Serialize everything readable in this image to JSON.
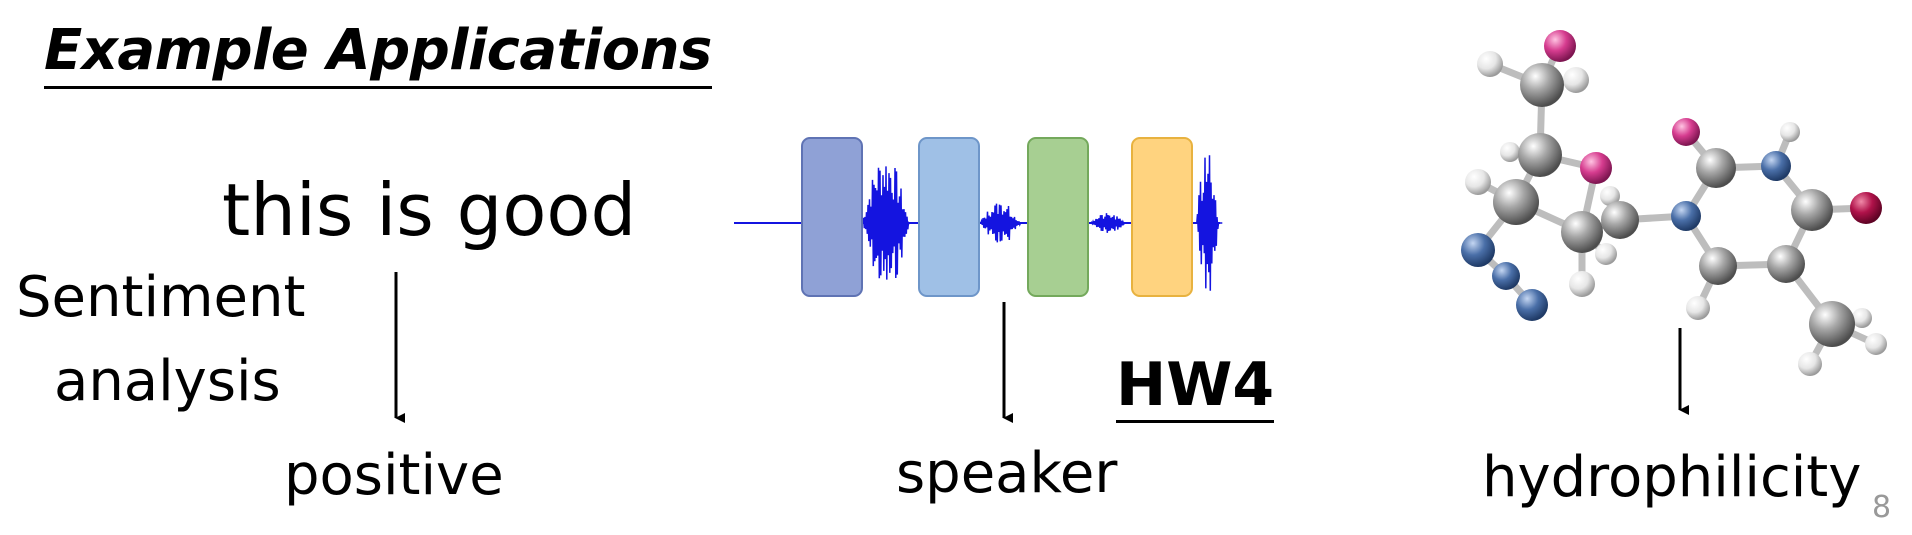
{
  "slide": {
    "title": "Example Applications",
    "page_number": "8"
  },
  "text_example": {
    "input": "this is good",
    "task": [
      "Sentiment",
      "analysis"
    ],
    "output": "positive"
  },
  "audio_example": {
    "output": "speaker",
    "homework": "HW4",
    "frame_colors": [
      "#8fa1d6",
      "#9fc0e6",
      "#a7cf92",
      "#ffd37f"
    ]
  },
  "molecule_example": {
    "output": "hydrophilicity",
    "atom_colors": {
      "carbon": "#8a8a8a",
      "hydrogen": "#d9d9d9",
      "oxygen": "#d63c8f",
      "nitrogen": "#4a6fa8",
      "red_atom": "#b0124a"
    }
  }
}
